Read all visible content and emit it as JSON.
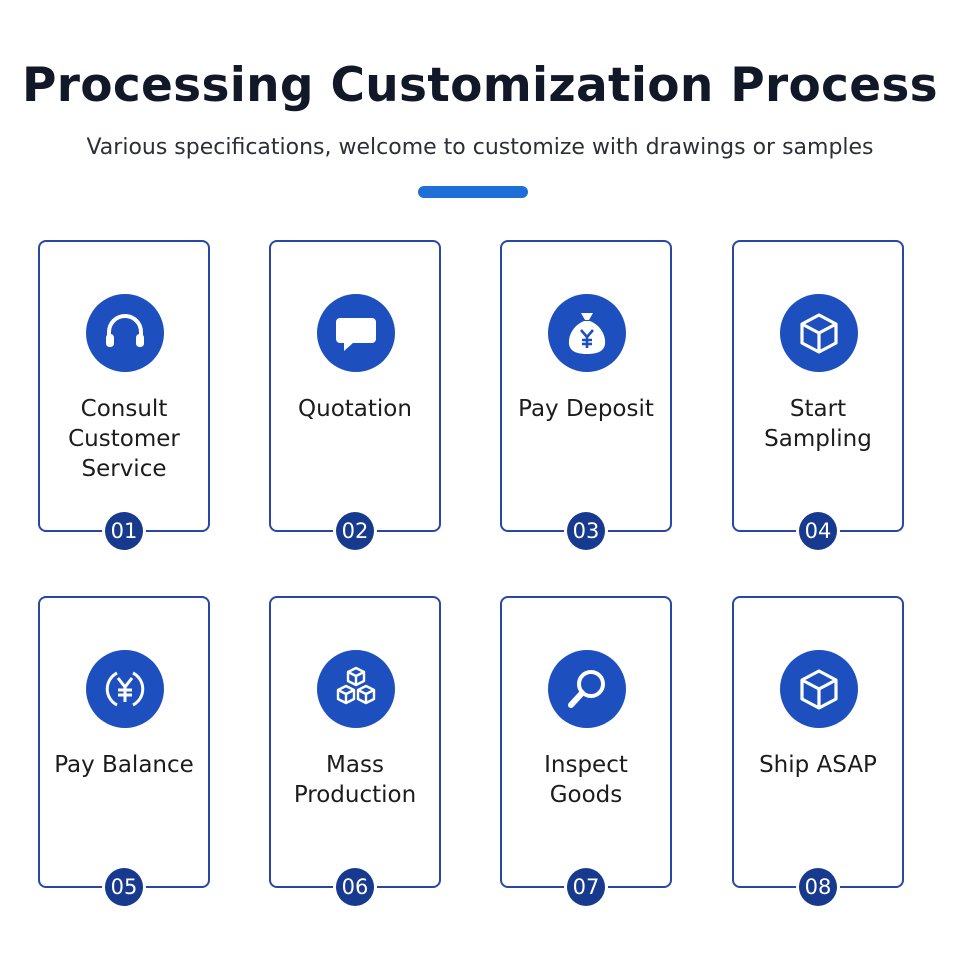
{
  "header": {
    "title": "Processing Customization Process",
    "subtitle": "Various specifications, welcome to customize with drawings or samples"
  },
  "colors": {
    "accent": "#1f6fd8",
    "card_border": "#2847a6",
    "icon_fill": "#1d4fbf",
    "badge_fill": "#173a8f"
  },
  "steps": [
    {
      "number": "01",
      "label": "Consult\nCustomer\nService",
      "icon": "headset-icon"
    },
    {
      "number": "02",
      "label": "Quotation",
      "icon": "chat-bubble-icon"
    },
    {
      "number": "03",
      "label": "Pay Deposit",
      "icon": "money-bag-icon"
    },
    {
      "number": "04",
      "label": "Start\nSampling",
      "icon": "box-icon"
    },
    {
      "number": "05",
      "label": "Pay Balance",
      "icon": "yen-coin-icon"
    },
    {
      "number": "06",
      "label": "Mass\nProduction",
      "icon": "stacked-boxes-icon"
    },
    {
      "number": "07",
      "label": "Inspect Goods",
      "icon": "magnifier-icon"
    },
    {
      "number": "08",
      "label": "Ship ASAP",
      "icon": "package-icon"
    }
  ]
}
